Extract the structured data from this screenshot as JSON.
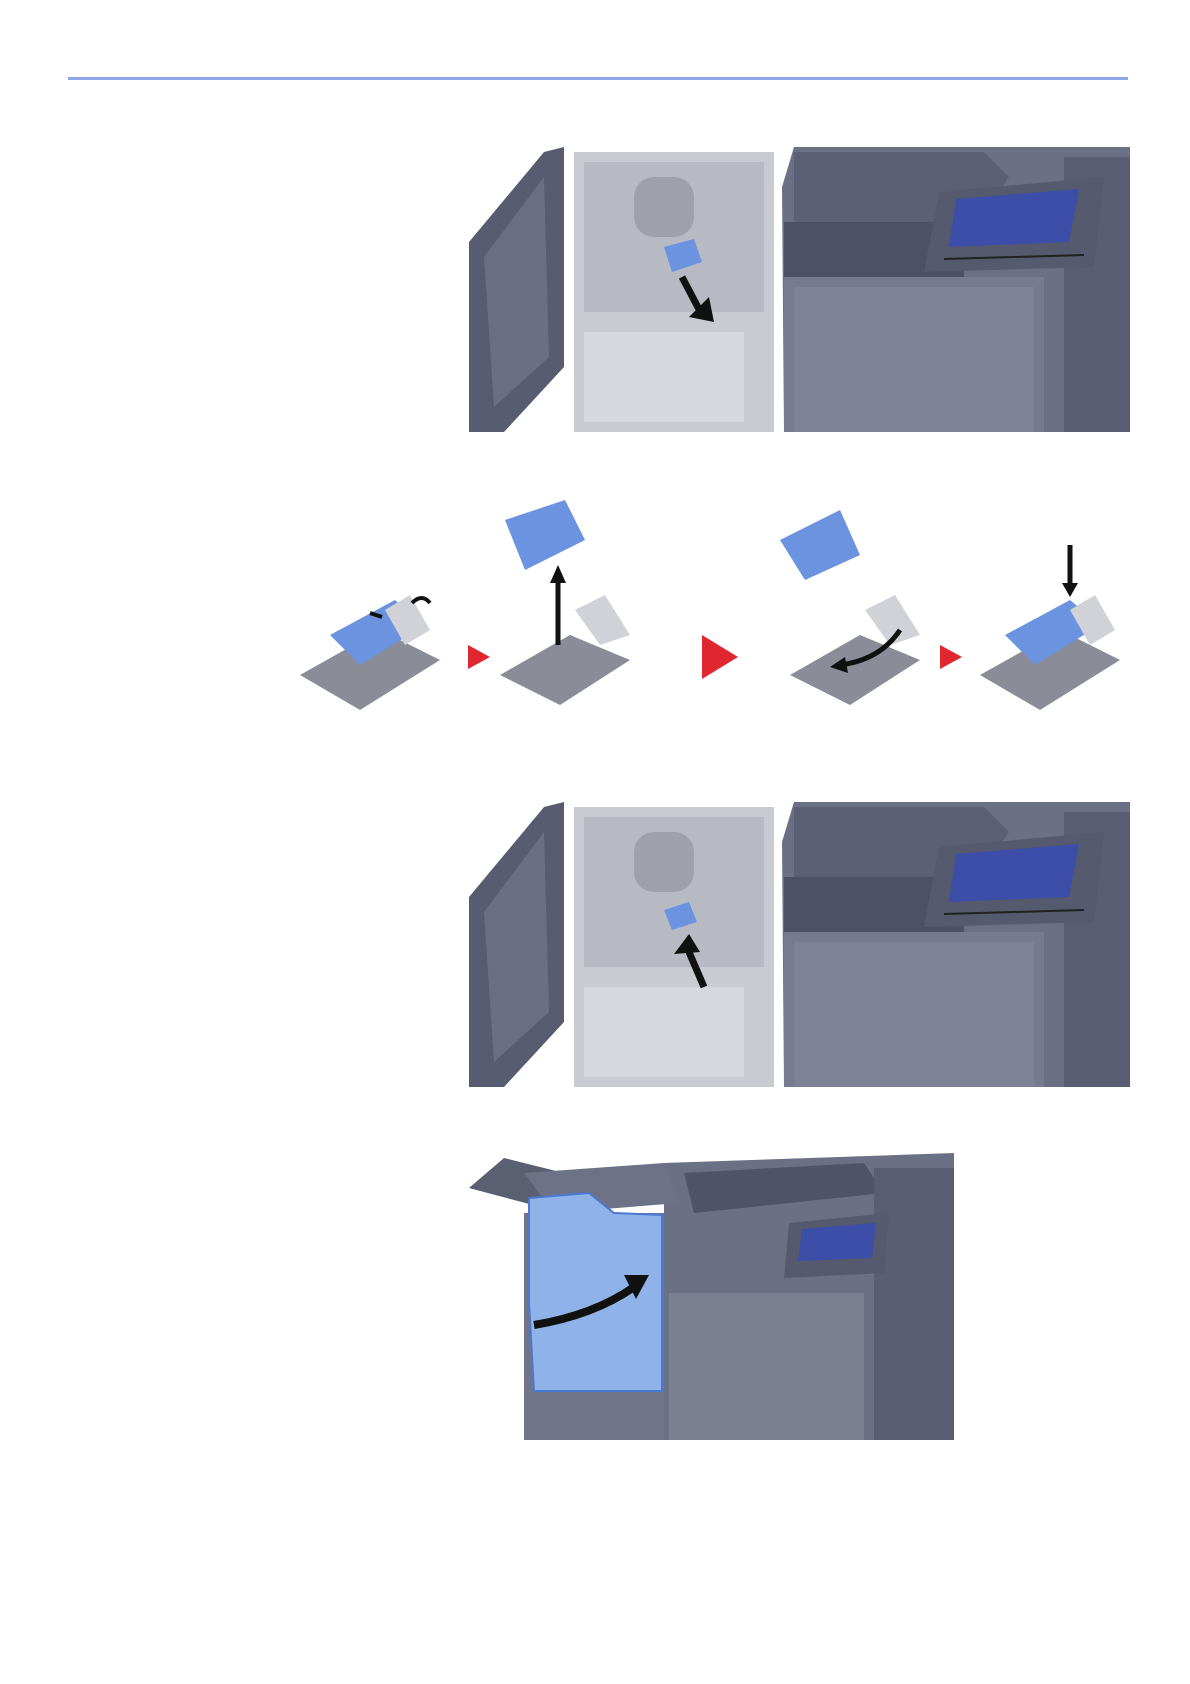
{
  "page": {
    "rule_color": "#8fa7e6"
  },
  "palette": {
    "machine_dark": "#5a5f72",
    "machine_mid": "#7a7f92",
    "machine_light": "#a9acb7",
    "interior_gray": "#c9cbd2",
    "cartridge_blue": "#6b93e0",
    "door_highlight": "#8fb2e8",
    "arrow_black": "#111111",
    "step_arrow_red": "#e0262e",
    "screen_blue": "#3c4ea8"
  },
  "figures": [
    {
      "name": "open-finisher-remove-cartridge",
      "arrow": "down"
    },
    {
      "name": "cartridge-replacement-sequence",
      "steps": 4
    },
    {
      "name": "open-finisher-insert-cartridge",
      "arrow": "up"
    },
    {
      "name": "close-finisher-door",
      "arrow": "close-curve"
    }
  ]
}
